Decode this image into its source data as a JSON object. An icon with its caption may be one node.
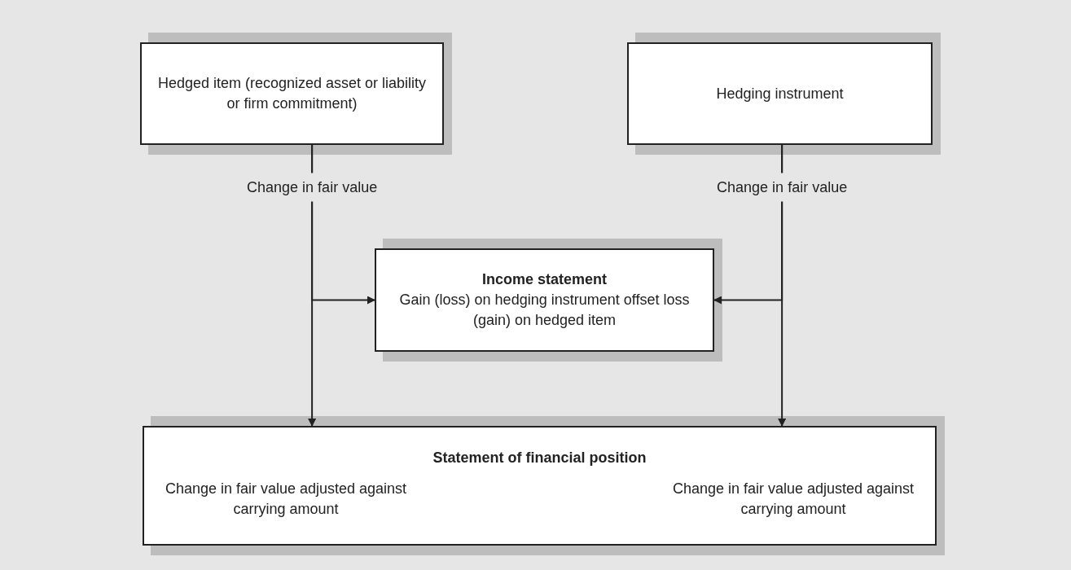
{
  "diagram": {
    "nodes": [
      {
        "text": [
          "Hedged item (recognized asset or liability or firm commitment)"
        ]
      },
      {
        "text": [
          "Hedging instrument"
        ]
      },
      {
        "text": [
          "Income statement",
          "Gain (loss) on hedging instrument offset loss (gain) on hedged item"
        ]
      },
      {
        "text": [
          "Statement of financial position",
          "Change in fair value adjusted against carrying amount",
          "Change in fair value adjusted against carrying amount"
        ]
      }
    ],
    "edges": [
      {
        "from": 0,
        "to": 3,
        "arrow": "to",
        "label": "Change in fair value"
      },
      {
        "from": 1,
        "to": 3,
        "arrow": "to",
        "label": "Change in fair value"
      },
      {
        "from": 0,
        "to": 2,
        "arrow": "to"
      },
      {
        "from": 1,
        "to": 2,
        "arrow": "to"
      }
    ]
  }
}
